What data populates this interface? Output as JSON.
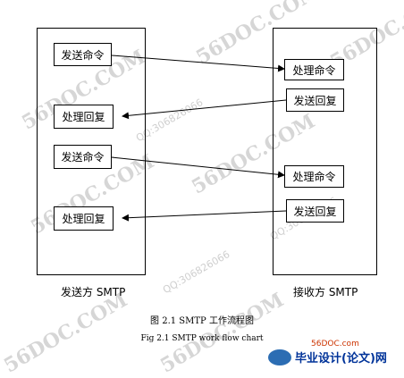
{
  "diagram": {
    "left_steps": [
      "发送命令",
      "处理回复",
      "发送命令",
      "处理回复"
    ],
    "right_steps": [
      "处理命令",
      "发送回复",
      "处理命令",
      "发送回复"
    ],
    "left_label": "发送方 SMTP",
    "right_label": "接收方 SMTP",
    "caption_cn": "图 2.1 SMTP 工作流程图",
    "caption_en": "Fig 2.1 SMTP work flow chart"
  },
  "watermark": {
    "site": "56DOC.COM",
    "qq": "QQ:306826066",
    "logo_url": "56DOC.com",
    "logo_name": "毕业设计(论文)网"
  }
}
